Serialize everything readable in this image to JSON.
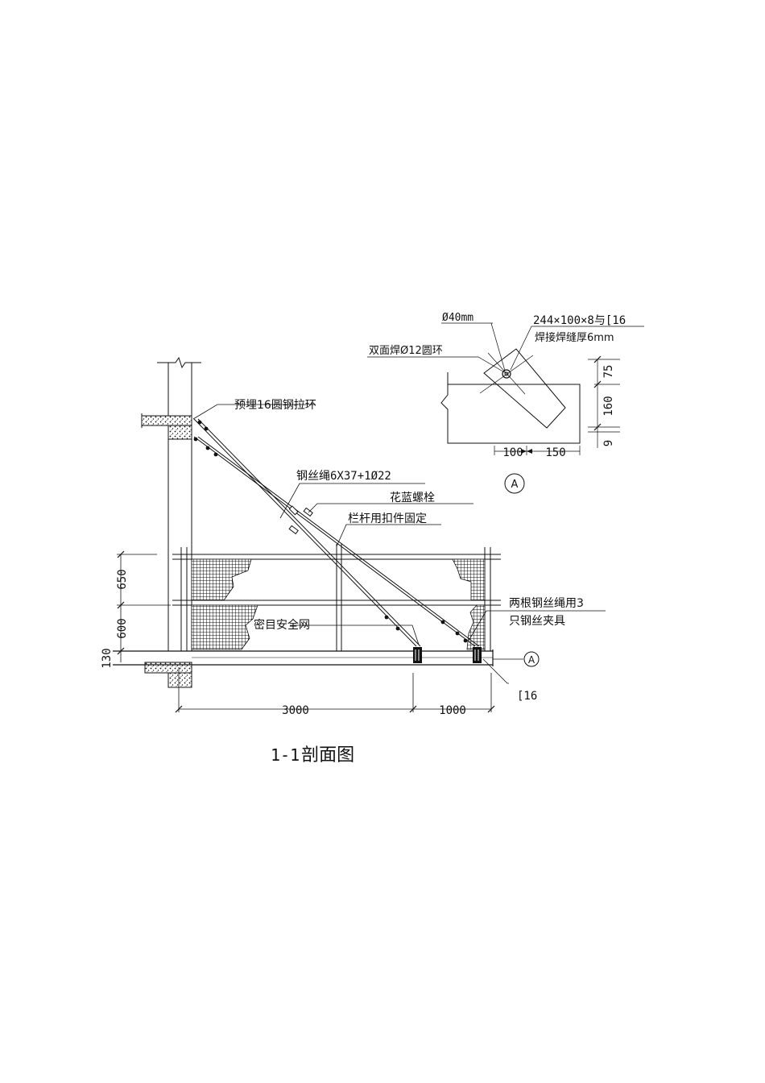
{
  "labels": {
    "embedded_ring": "预埋16圆钢拉环",
    "wire_rope_prefix": "钢丝绳",
    "wire_rope_spec": "6X37+1Ø22",
    "turnbuckle": "花蓝螺栓",
    "railing_clamp": "栏杆用扣件固定",
    "safety_net_prefix": "密",
    "safety_net_rest": "目安全网",
    "wire_clamp_line1": "两根钢丝绳用3",
    "wire_clamp_line2": "只钢丝夹具",
    "channel_label": "[16",
    "section_mark": "A",
    "section_number": "1-1",
    "section_title": "剖面图"
  },
  "detail": {
    "diameter_label": "Ø40mm",
    "plate_line1": "244×100×8与[16",
    "plate_line2": "焊接焊缝厚6mm",
    "weld_ring": "双面焊Ø12圆环",
    "dims": [
      "75",
      "160",
      "9",
      "100",
      "150"
    ],
    "detail_mark": "A"
  },
  "dimensions": {
    "horizontal": [
      "3000",
      "1000"
    ],
    "vertical": [
      "650",
      "600",
      "130"
    ]
  }
}
